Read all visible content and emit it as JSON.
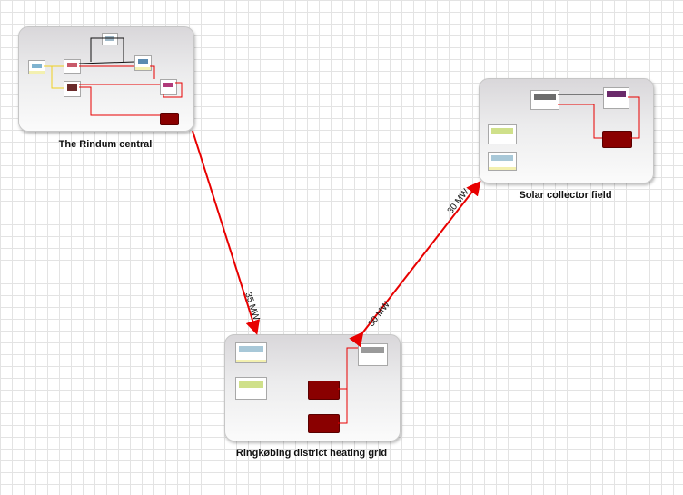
{
  "groups": {
    "rindum": {
      "label": "The Rindum central"
    },
    "solar": {
      "label": "Solar collector field"
    },
    "grid": {
      "label": "Ringkøbing district heating grid"
    }
  },
  "connections": {
    "rindum_to_grid": "35 MW",
    "solar_to_grid_a": "30 MW",
    "solar_to_grid_b": "30 MW"
  },
  "colors": {
    "link": "#e80000",
    "node_red": "#8a0000",
    "accent_yellow": "#e8e05a"
  }
}
